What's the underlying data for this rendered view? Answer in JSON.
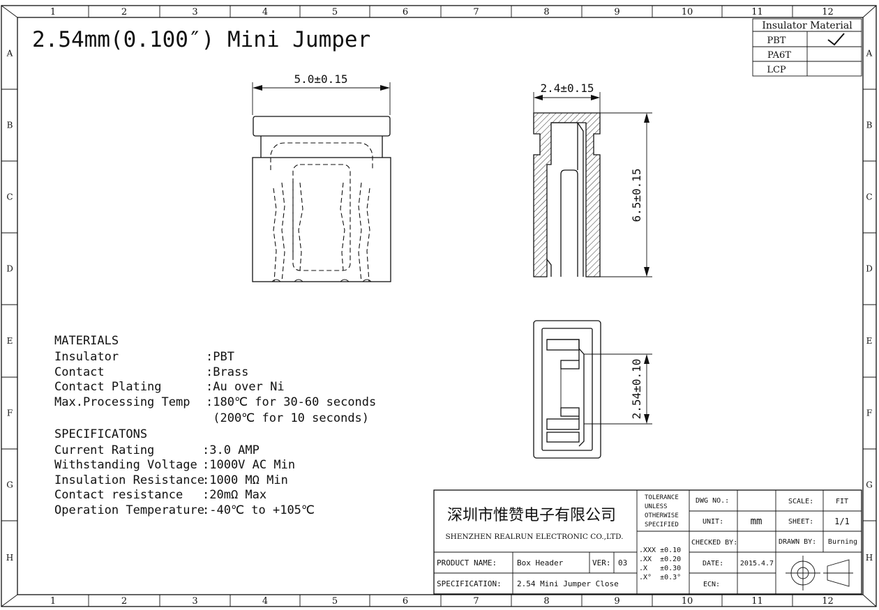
{
  "title": "2.54mm(0.100″) Mini Jumper",
  "grid": {
    "columns": [
      "1",
      "2",
      "3",
      "4",
      "5",
      "6",
      "7",
      "8",
      "9",
      "10",
      "11",
      "12"
    ],
    "rows": [
      "A",
      "B",
      "C",
      "D",
      "E",
      "F",
      "G",
      "H"
    ]
  },
  "insulator_table": {
    "header": "Insulator Material",
    "rows": [
      {
        "name": "PBT",
        "selected": true
      },
      {
        "name": "PA6T",
        "selected": false
      },
      {
        "name": "LCP",
        "selected": false
      }
    ]
  },
  "dimensions": {
    "front_width": "5.0±0.15",
    "side_width": "2.4±0.15",
    "side_height": "6.5±0.15",
    "pitch": "2.54±0.10"
  },
  "materials": {
    "heading": "MATERIALS",
    "rows": [
      {
        "label": "Insulator",
        "value": ":PBT"
      },
      {
        "label": "Contact",
        "value": ":Brass"
      },
      {
        "label": "Contact Plating",
        "value": ":Au over Ni"
      },
      {
        "label": "Max.Processing Temp",
        "value": ":180℃ for 30-60 seconds"
      },
      {
        "label": "",
        "value": " (200℃ for 10 seconds)"
      }
    ]
  },
  "specifications": {
    "heading": "SPECIFICATONS",
    "rows": [
      {
        "label": "Current Rating",
        "value": ":3.0 AMP"
      },
      {
        "label": "Withstanding Voltage",
        "value": ":1000V AC Min"
      },
      {
        "label": "Insulation Resistance",
        "value": ":1000 MΩ Min"
      },
      {
        "label": "Contact resistance",
        "value": ":20mΩ Max"
      },
      {
        "label": "Operation Temperature",
        "value": ":-40℃ to +105℃"
      }
    ]
  },
  "title_block": {
    "company_cn": "深圳市惟赞电子有限公司",
    "company_en": "SHENZHEN REALRUN ELECTRONIC CO.,LTD.",
    "product_name_label": "PRODUCT NAME:",
    "product_name": "Box Header",
    "ver_label": "VER:",
    "ver": "03",
    "specification_label": "SPECIFICATION:",
    "specification": "2.54 Mini Jumper Close",
    "tolerance_note": [
      "TOLERANCE",
      "UNLESS",
      "OTHERWISE",
      "SPECIFIED"
    ],
    "tolerances": [
      ".XXX ±0.10",
      ".XX  ±0.20",
      ".X   ±0.30",
      ".X°  ±0.3°"
    ],
    "dwg_no_label": "DWG NO.:",
    "dwg_no": "",
    "unit_label": "UNIT:",
    "unit": "mm",
    "checked_by_label": "CHECKED BY:",
    "checked_by": "",
    "date_label": "DATE:",
    "date": "2015.4.7",
    "ecn_label": "ECN:",
    "ecn": "",
    "scale_label": "SCALE:",
    "scale": "FIT",
    "sheet_label": "SHEET:",
    "sheet": "1/1",
    "drawn_by_label": "DRAWN BY:",
    "drawn_by": "Burning"
  }
}
